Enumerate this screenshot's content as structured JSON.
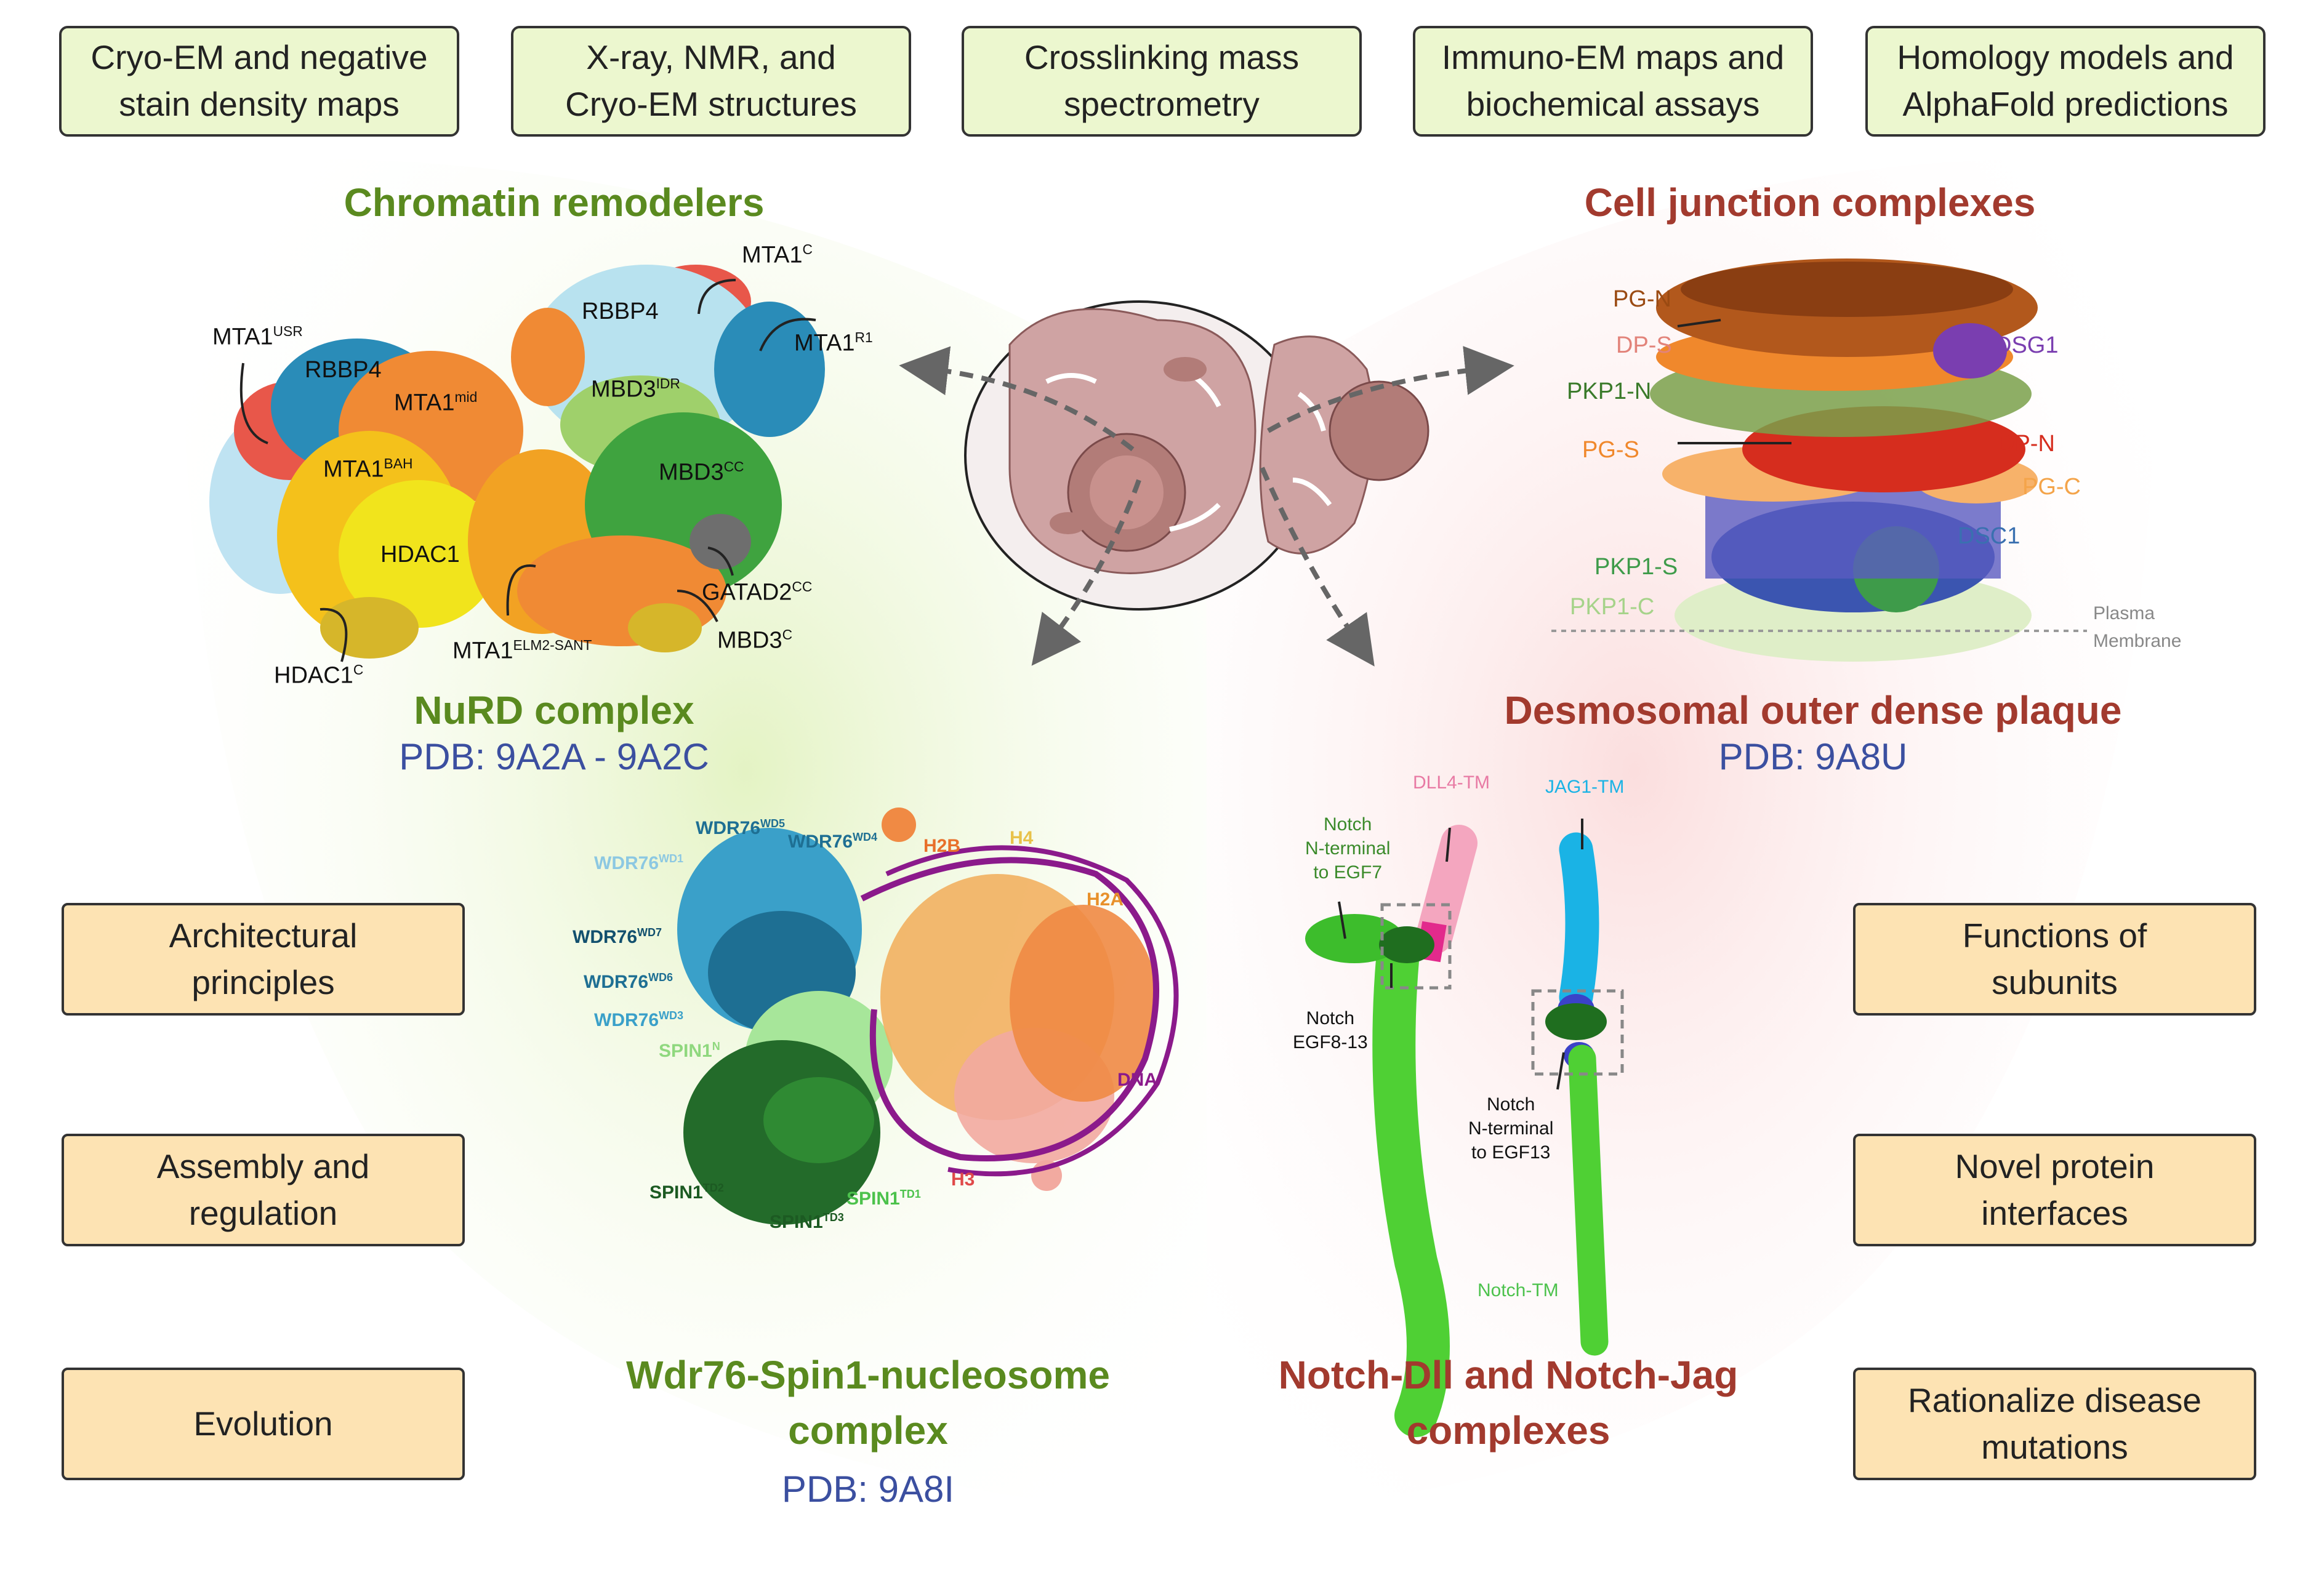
{
  "colors": {
    "green_title": "#5a8a1f",
    "red_title": "#a23a2e",
    "pdb_blue": "#3b4fa0",
    "top_box_fill": "#ecf7cf",
    "side_box_fill": "#fde3b3"
  },
  "inputs": [
    "Cryo-EM and negative\nstain density maps",
    "X-ray, NMR, and\nCryo-EM structures",
    "Crosslinking mass\nspectrometry",
    "Immuno-EM maps and\nbiochemical assays",
    "Homology models and\nAlphaFold predictions"
  ],
  "outcomes_left": [
    "Architectural\nprinciples",
    "Assembly and\nregulation",
    "Evolution"
  ],
  "outcomes_right": [
    "Functions of\nsubunits",
    "Novel protein\ninterfaces",
    "Rationalize disease\nmutations"
  ],
  "sections": {
    "chromatin_remodelers": "Chromatin remodelers",
    "cell_junction": "Cell junction complexes"
  },
  "complexes": {
    "nurd": {
      "title": "NuRD complex",
      "pdb": "PDB: 9A2A - 9A2C"
    },
    "desmosome": {
      "title": "Desmosomal outer dense plaque",
      "pdb": "PDB: 9A8U"
    },
    "wdr76": {
      "title": "Wdr76-Spin1-nucleosome\ncomplex",
      "pdb": "PDB: 9A8I"
    },
    "notch": {
      "title": "Notch-Dll and Notch-Jag\ncomplexes"
    }
  },
  "nurd_labels": {
    "mta1c": {
      "base": "MTA1",
      "sup": "C"
    },
    "rbbp4_top": {
      "base": "RBBP4",
      "sup": ""
    },
    "mta1r1": {
      "base": "MTA1",
      "sup": "R1"
    },
    "mta1usr": {
      "base": "MTA1",
      "sup": "USR"
    },
    "rbbp4_left": {
      "base": "RBBP4",
      "sup": ""
    },
    "mta1mid": {
      "base": "MTA1",
      "sup": "mid"
    },
    "mbd3idr": {
      "base": "MBD3",
      "sup": "IDR"
    },
    "mta1bah": {
      "base": "MTA1",
      "sup": "BAH"
    },
    "mbd3cc": {
      "base": "MBD3",
      "sup": "CC"
    },
    "hdac1": {
      "base": "HDAC1",
      "sup": ""
    },
    "gatad2cc": {
      "base": "GATAD2",
      "sup": "CC"
    },
    "mbd3c": {
      "base": "MBD3",
      "sup": "C"
    },
    "mta1elm": {
      "base": "MTA1",
      "sup": "ELM2-SANT"
    },
    "hdac1c": {
      "base": "HDAC1",
      "sup": "C"
    }
  },
  "desmo_labels": {
    "pgn": "PG-N",
    "dps": "DP-S",
    "dsg1": "DSG1",
    "pkp1n": "PKP1-N",
    "dpn": "DP-N",
    "pgs": "PG-S",
    "pgc": "PG-C",
    "dsc1": "DSC1",
    "pkp1s": "PKP1-S",
    "pkp1c": "PKP1-C",
    "plasma": "Plasma",
    "membrane": "Membrane"
  },
  "wdr_labels": {
    "wdr76wd5": {
      "base": "WDR76",
      "sup": "WD5"
    },
    "wdr76wd4": {
      "base": "WDR76",
      "sup": "WD4"
    },
    "wdr76wd1": {
      "base": "WDR76",
      "sup": "WD1"
    },
    "wdr76wd7": {
      "base": "WDR76",
      "sup": "WD7"
    },
    "wdr76wd6": {
      "base": "WDR76",
      "sup": "WD6"
    },
    "wdr76wd3": {
      "base": "WDR76",
      "sup": "WD3"
    },
    "spin1n": {
      "base": "SPIN1",
      "sup": "N"
    },
    "spin1td2": {
      "base": "SPIN1",
      "sup": "TD2"
    },
    "spin1td1": {
      "base": "SPIN1",
      "sup": "TD1"
    },
    "spin1td3": {
      "base": "SPIN1",
      "sup": "TD3"
    },
    "h2b": "H2B",
    "h4": "H4",
    "h2a": "H2A",
    "h3": "H3",
    "dna": "DNA"
  },
  "notch_labels": {
    "dll4tm": "DLL4-TM",
    "jag1tm": "JAG1-TM",
    "notch_nterm_egf7": "Notch\nN-terminal\nto EGF7",
    "notch_egf813": "Notch\nEGF8-13",
    "notch_nterm_egf13": "Notch\nN-terminal\nto EGF13",
    "notchtm": "Notch-TM"
  }
}
